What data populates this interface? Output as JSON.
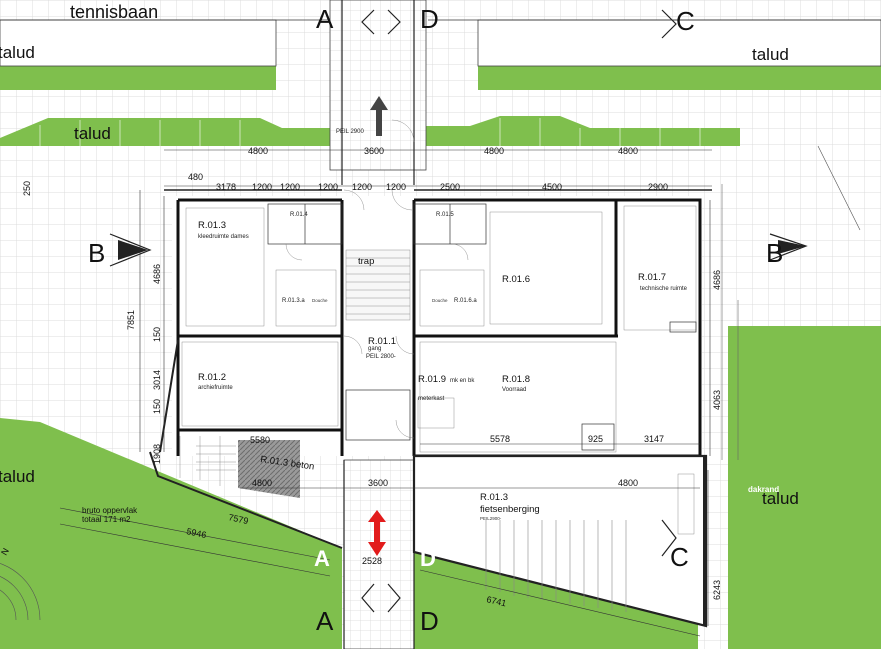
{
  "site_labels": {
    "tennis": "tennisbaan",
    "talud_top_left": "talud",
    "talud_mid_left": "talud",
    "talud_top_right": "talud",
    "talud_right": "talud",
    "talud_left": "talud",
    "dakrand": "dakrand"
  },
  "section_markers": {
    "a_top": "A",
    "d_top": "D",
    "c_top": "C",
    "b_left": "B",
    "b_right": "B",
    "a_bottom": "A",
    "d_bottom": "D",
    "c_bottom": "C",
    "a_ghost": "A",
    "d_ghost": "D"
  },
  "peil_top": "PEIL 2900",
  "dimensions": {
    "top_4800_1": "4800",
    "top_3600": "3600",
    "top_4800_2": "4800",
    "top_4800_3": "4800",
    "row_480": "480",
    "row_3178": "3178",
    "row_1200_1": "1200",
    "row_1200_2": "1200",
    "row_1200_3": "1200",
    "row_1200_4": "1200",
    "row_1200_5": "1200",
    "row_2500": "2500",
    "row_4500": "4500",
    "row_2900": "2900",
    "left_250": "250",
    "left_7851": "7851",
    "left_4686": "4686",
    "left_3014": "3014",
    "left_150_1": "150",
    "left_150_2": "150",
    "left_1908": "1908",
    "right_4686": "4686",
    "right_4063": "4063",
    "right_6243": "6243",
    "mid_5578": "5578",
    "mid_925": "925",
    "mid_3147": "3147",
    "bot_5580": "5580",
    "bot_4800_1": "4800",
    "bot_3600": "3600",
    "bot_4800_2": "4800",
    "diag_7579": "7579",
    "diag_5946": "5946",
    "diag_2528": "2528",
    "diag_6741": "6741"
  },
  "rooms": {
    "r013": "R.01.3",
    "r013_name": "kleedruimte dames",
    "r014": "R.01.4",
    "r015": "R.01.5",
    "r013a": "R.01.3.a",
    "r013a_name": "Douche",
    "r016a": "R.01.6.a",
    "r016a_name": "Douche",
    "trap": "trap",
    "r016": "R.01.6",
    "r017": "R.01.7",
    "r017_name": "technische ruimte",
    "r011": "R.01.1",
    "r011_name": "gang",
    "r011_peil": "PEIL 2800-",
    "r012": "R.01.2",
    "r012_name": "archiefruimte",
    "r019": "R.01.9",
    "r019_extra": "mk en bk",
    "meterkast": "meterkast",
    "r018": "R.01.8",
    "r018_name": "Voorraad",
    "r013_beton": "R.01.3 beton",
    "r013_fiets": "R.01.3",
    "r013_fiets_name": "fietsenberging",
    "r013_fiets_peil": "PEIL2900-"
  },
  "bruto": {
    "line1": "bruto oppervlak",
    "line2": "totaal 171 m2"
  },
  "north_label": "N",
  "colors": {
    "green": "#7fbf4d",
    "grid": "#d6d6d6",
    "red_arrow": "#e21b1b",
    "dark_arrow": "#444444"
  }
}
